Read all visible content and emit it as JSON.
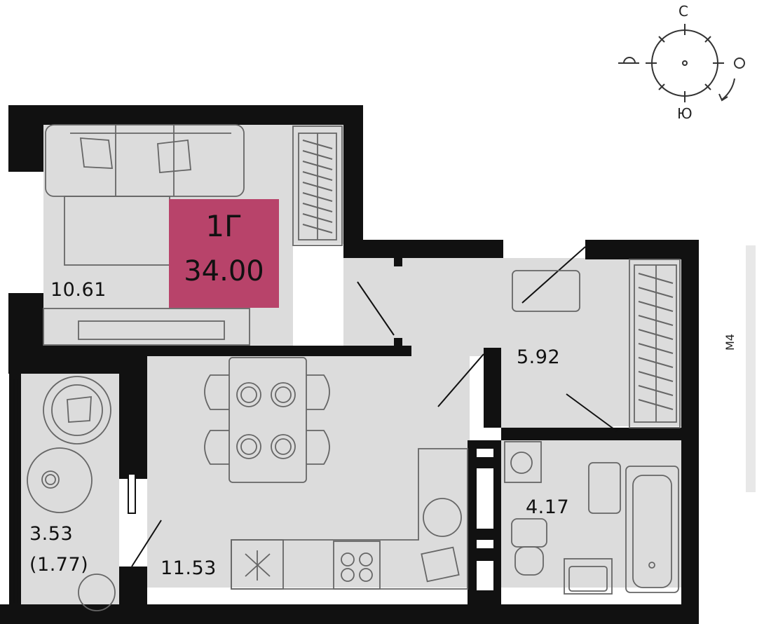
{
  "apartment": {
    "code": "1Г",
    "total_area": "34.00"
  },
  "rooms": [
    {
      "id": "living-room",
      "area": "10.61"
    },
    {
      "id": "hallway",
      "area": "5.92"
    },
    {
      "id": "kitchen",
      "area": "11.53"
    },
    {
      "id": "bathroom",
      "area": "4.17"
    },
    {
      "id": "balcony",
      "area": "3.53",
      "area_reduced": "(1.77)"
    }
  ],
  "compass": {
    "north": "С",
    "south": "Ю"
  },
  "side_label": "М4",
  "colors": {
    "wall": "#111111",
    "floor": "#dcdcdc",
    "furniture_stroke": "#6a6a6a",
    "badge": "#b8436a"
  }
}
